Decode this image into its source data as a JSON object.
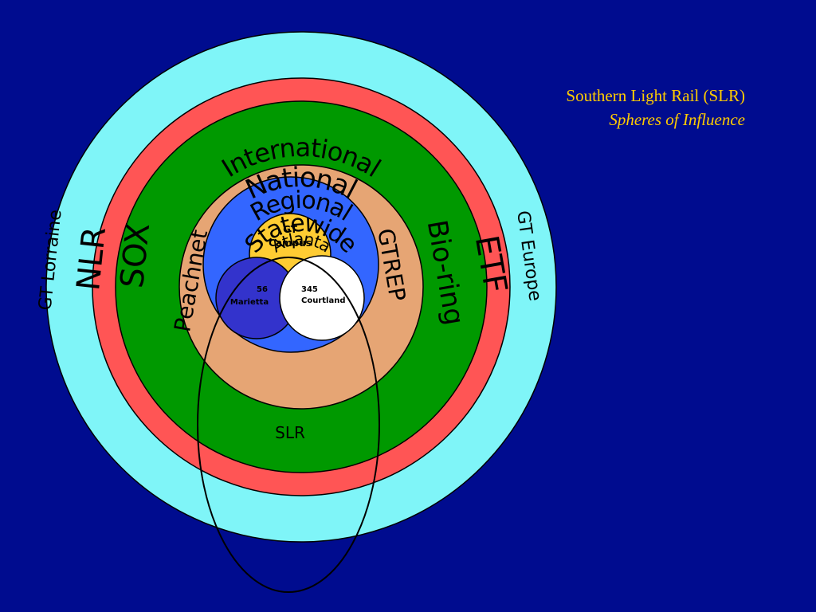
{
  "title": {
    "line1": "Southern Light Rail (SLR)",
    "line2": "Spheres of Influence",
    "color": "#ffcc00"
  },
  "rings": {
    "international": {
      "label": "International",
      "color": "#7ff5f8"
    },
    "national": {
      "label": "National",
      "color": "#ff5555"
    },
    "regional": {
      "label": "Regional",
      "color": "#009900"
    },
    "statewide": {
      "label": "Statewide",
      "color": "#e6a574"
    },
    "atlanta": {
      "label": "Atlanta",
      "color": "#3366ff"
    }
  },
  "sites": {
    "gt_campus": {
      "line1": "GT",
      "line2": "Campus",
      "color": "#ffcc33"
    },
    "marietta": {
      "line1": "56",
      "line2": "Marietta",
      "color": "#3333cc"
    },
    "courtland": {
      "line1": "345",
      "line2": "Courtland",
      "color": "#ffffff"
    }
  },
  "networks": {
    "gt_lorraine": "GT Lorraine",
    "gt_europe": "GT Europe",
    "nlr": "NLR",
    "etf": "ETF",
    "sox": "SOX",
    "bio_ring": "Bio-ring",
    "peachnet": "Peachnet",
    "gtrep": "GTREP",
    "slr": "SLR"
  }
}
